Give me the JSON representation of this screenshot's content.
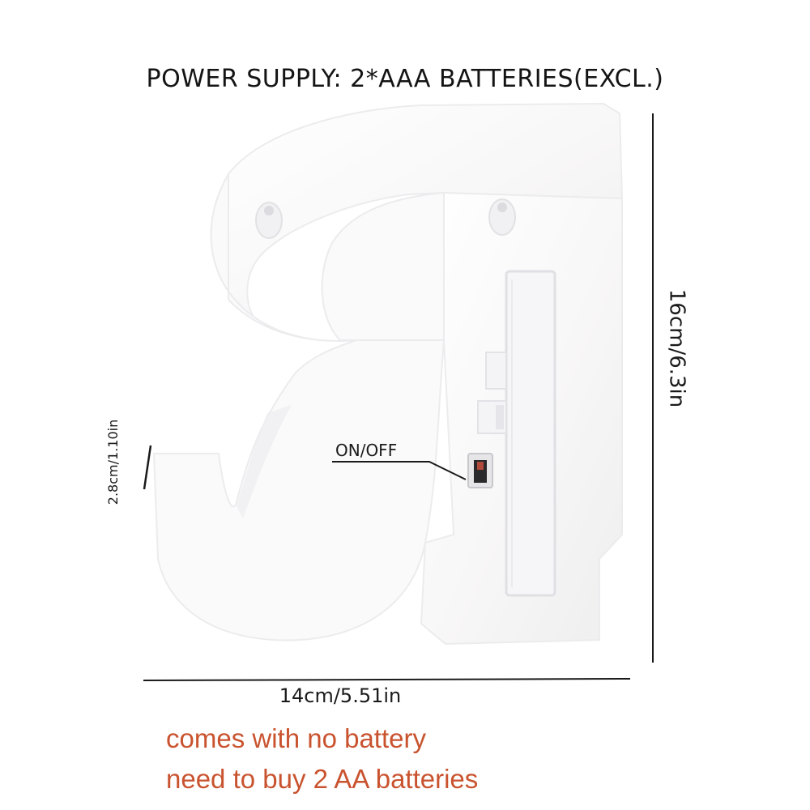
{
  "title": "POWER SUPPLY: 2*AAA BATTERIES(EXCL.)",
  "dimensions": {
    "height": "16cm/6.3in",
    "width": "14cm/5.51in",
    "depth": "2.8cm/1.10in"
  },
  "switch_label": "ON/OFF",
  "notes": {
    "line1": "comes with no battery",
    "line2": "need to buy 2 AA batteries"
  },
  "colors": {
    "note_text": "#c9532f",
    "text": "#141414",
    "product": "#fbfafa"
  }
}
